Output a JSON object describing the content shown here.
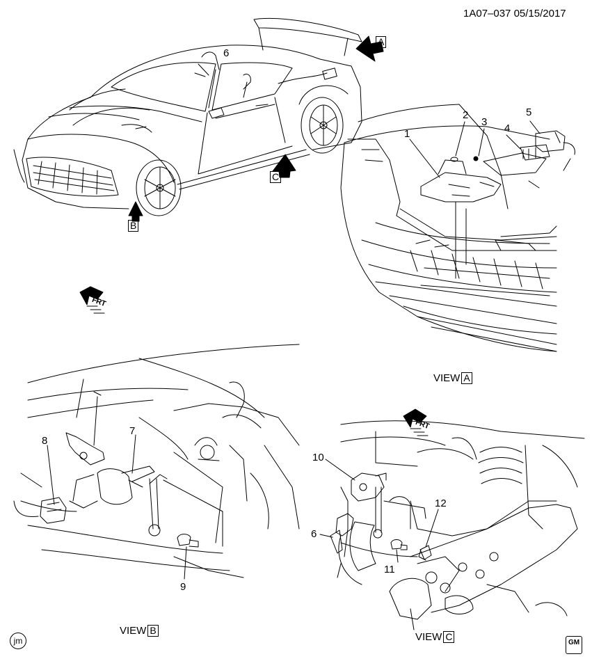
{
  "header": {
    "code": "1A07–037  05/15/2017"
  },
  "views": {
    "a_prefix": "VIEW",
    "a_letter": "A",
    "b_prefix": "VIEW",
    "b_letter": "B",
    "c_prefix": "VIEW",
    "c_letter": "C"
  },
  "arrows": {
    "a": "A",
    "b": "B",
    "c": "C"
  },
  "frt": "FRT",
  "callouts": [
    "1",
    "2",
    "3",
    "4",
    "5",
    "6",
    "6",
    "7",
    "8",
    "9",
    "10",
    "11",
    "12"
  ],
  "logos": {
    "jm": "jm",
    "gm": "GM"
  }
}
